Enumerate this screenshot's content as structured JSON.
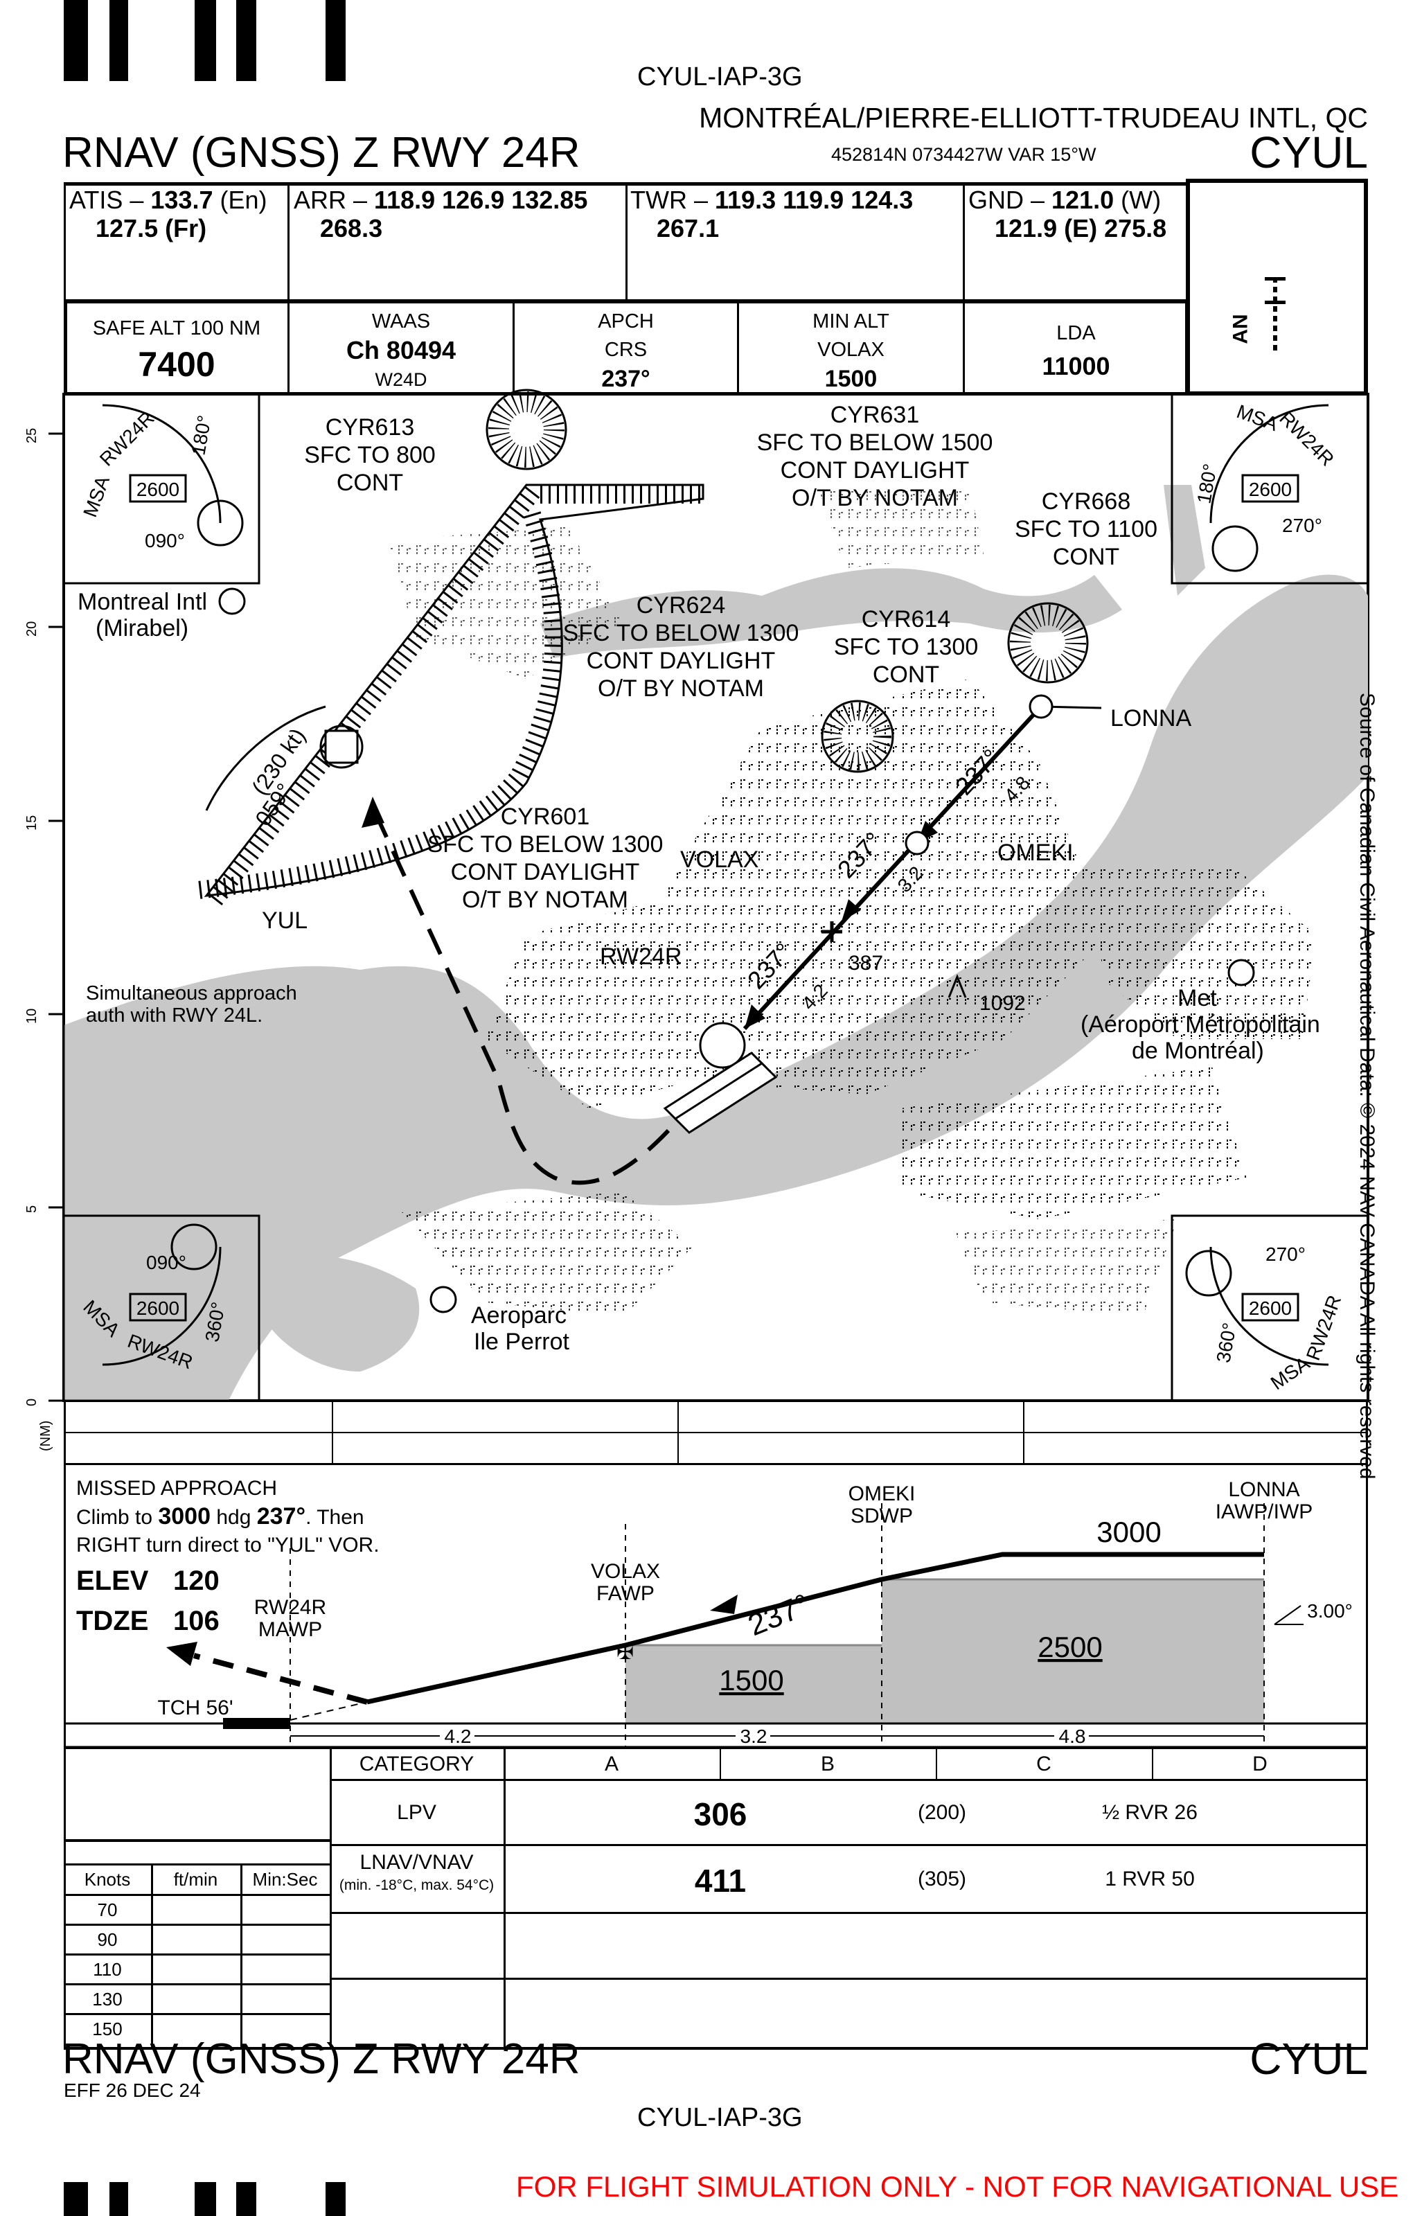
{
  "header": {
    "chart_id": "CYUL-IAP-3G",
    "airport_name": "MONTRÉAL/PIERRE-ELLIOTT-TRUDEAU INTL, QC",
    "procedure_title": "RNAV (GNSS) Z RWY 24R",
    "coords": "452814N  0734427W  VAR 15°W",
    "icao": "CYUL"
  },
  "comms": [
    {
      "line1_label": "ATIS – ",
      "line1_value": "133.7",
      "line1_suffix": " (En)",
      "line2": "127.5 (Fr)"
    },
    {
      "line1_label": "ARR – ",
      "line1_value": "118.9  126.9  132.85",
      "line1_suffix": "",
      "line2": "268.3"
    },
    {
      "line1_label": "TWR – ",
      "line1_value": "119.3  119.9  124.3",
      "line1_suffix": "",
      "line2": "267.1"
    },
    {
      "line1_label": "GND – ",
      "line1_value": "121.0",
      "line1_suffix": " (W)",
      "line2": "121.9 (E)  275.8"
    }
  ],
  "info": [
    {
      "l1": "SAFE ALT 100 NM",
      "l2": "7400",
      "l3": ""
    },
    {
      "l1": "WAAS",
      "l2": "Ch 80494",
      "l3": "W24D"
    },
    {
      "l1": "APCH",
      "l2": "CRS",
      "l3": "237°"
    },
    {
      "l1": "MIN ALT",
      "l2": "VOLAX",
      "l3": "1500"
    },
    {
      "l1": "LDA",
      "l2": "11000",
      "l3": ""
    }
  ],
  "lighting_code": "AN",
  "plan": {
    "scale_unit": "(NM)",
    "scale_ticks": [
      "0",
      "5",
      "10",
      "15",
      "20",
      "25"
    ],
    "msa": {
      "label": "MSA",
      "runway": "RW24R",
      "alt": "2600",
      "b1": "090°",
      "b2": "180°",
      "b3": "270°",
      "b4": "360°"
    },
    "restricted": {
      "cyr613": [
        "CYR613",
        "SFC TO 800",
        "CONT"
      ],
      "cyr631": [
        "CYR631",
        "SFC TO BELOW 1500",
        "CONT DAYLIGHT",
        "O/T BY NOTAM"
      ],
      "cyr668": [
        "CYR668",
        "SFC TO 1100",
        "CONT"
      ],
      "cyr624": [
        "CYR624",
        "SFC TO BELOW 1300",
        "CONT DAYLIGHT",
        "O/T BY NOTAM"
      ],
      "cyr614": [
        "CYR614",
        "SFC TO 1300",
        "CONT"
      ],
      "cyr601": [
        "CYR601",
        "SFC TO BELOW 1300",
        "CONT DAYLIGHT",
        "O/T BY NOTAM"
      ]
    },
    "airports": {
      "mirabel": [
        "Montreal Intl",
        "(Mirabel)"
      ],
      "met": [
        "Met",
        "(Aéroport Métropolitain",
        "de Montréal)"
      ],
      "perrot": [
        "Aeroparc",
        "Ile Perrot"
      ]
    },
    "fixes": {
      "lonna": "LONNA",
      "omeki": "OMEKI",
      "volax": "VOLAX",
      "rw24r": "RW24R",
      "yul": "YUL"
    },
    "legs": {
      "crs": "237°",
      "d1": "4.8",
      "d2": "3.2",
      "d3": "4.2"
    },
    "hold": {
      "speed": "(230 kt)",
      "crs": "059°"
    },
    "obstacles": {
      "o1": "387",
      "o2": "1092"
    },
    "note": [
      "Simultaneous approach",
      "auth with RWY 24L."
    ],
    "copyright": "Source of Canadian Civil Aeronautical Data: © 2024 NAV CANADA All rights reserved"
  },
  "profile": {
    "missed": {
      "title": "MISSED APPROACH",
      "l1a": "Climb to ",
      "l1b": "3000",
      "l1c": " hdg ",
      "l1d": "237°",
      "l1e": ". Then",
      "l2": "RIGHT turn direct to \"YUL\" VOR."
    },
    "elev_label": "ELEV",
    "elev": "120",
    "tdze_label": "TDZE",
    "tdze": "106",
    "tch": "TCH 56'",
    "fixes": {
      "mawp": [
        "RW24R",
        "MAWP"
      ],
      "volax": [
        "VOLAX",
        "FAWP"
      ],
      "omeki": [
        "OMEKI",
        "SDWP"
      ],
      "lonna": [
        "LONNA",
        "IAWP/IWP"
      ]
    },
    "alts": {
      "a1": "1500",
      "a2": "2500",
      "a3": "3000"
    },
    "crs": "237°",
    "gpa": "3.00°",
    "dists": [
      "4.2",
      "3.2",
      "4.8"
    ]
  },
  "minima": {
    "headers": [
      "CATEGORY",
      "A",
      "B",
      "C",
      "D"
    ],
    "rows": [
      {
        "name": "LPV",
        "sub": "",
        "da": "306",
        "hat": "(200)",
        "vis": "½ RVR 26"
      },
      {
        "name": "LNAV/VNAV",
        "sub": "(min. -18°C, max. 54°C)",
        "da": "411",
        "hat": "(305)",
        "vis": "1 RVR 50"
      }
    ]
  },
  "timing": {
    "headers": [
      "Knots",
      "ft/min",
      "Min:Sec"
    ],
    "knots": [
      "70",
      "90",
      "110",
      "130",
      "150"
    ]
  },
  "footer": {
    "title": "RNAV (GNSS) Z RWY 24R",
    "icao": "CYUL",
    "eff": "EFF 26 DEC 24",
    "chart_id": "CYUL-IAP-3G",
    "disclaimer": "FOR FLIGHT SIMULATION ONLY - NOT FOR NAVIGATIONAL USE"
  },
  "colors": {
    "water": "#c8c8c8",
    "disclaimer": "#ff0000",
    "terrain_box": "#c0c0c0"
  }
}
